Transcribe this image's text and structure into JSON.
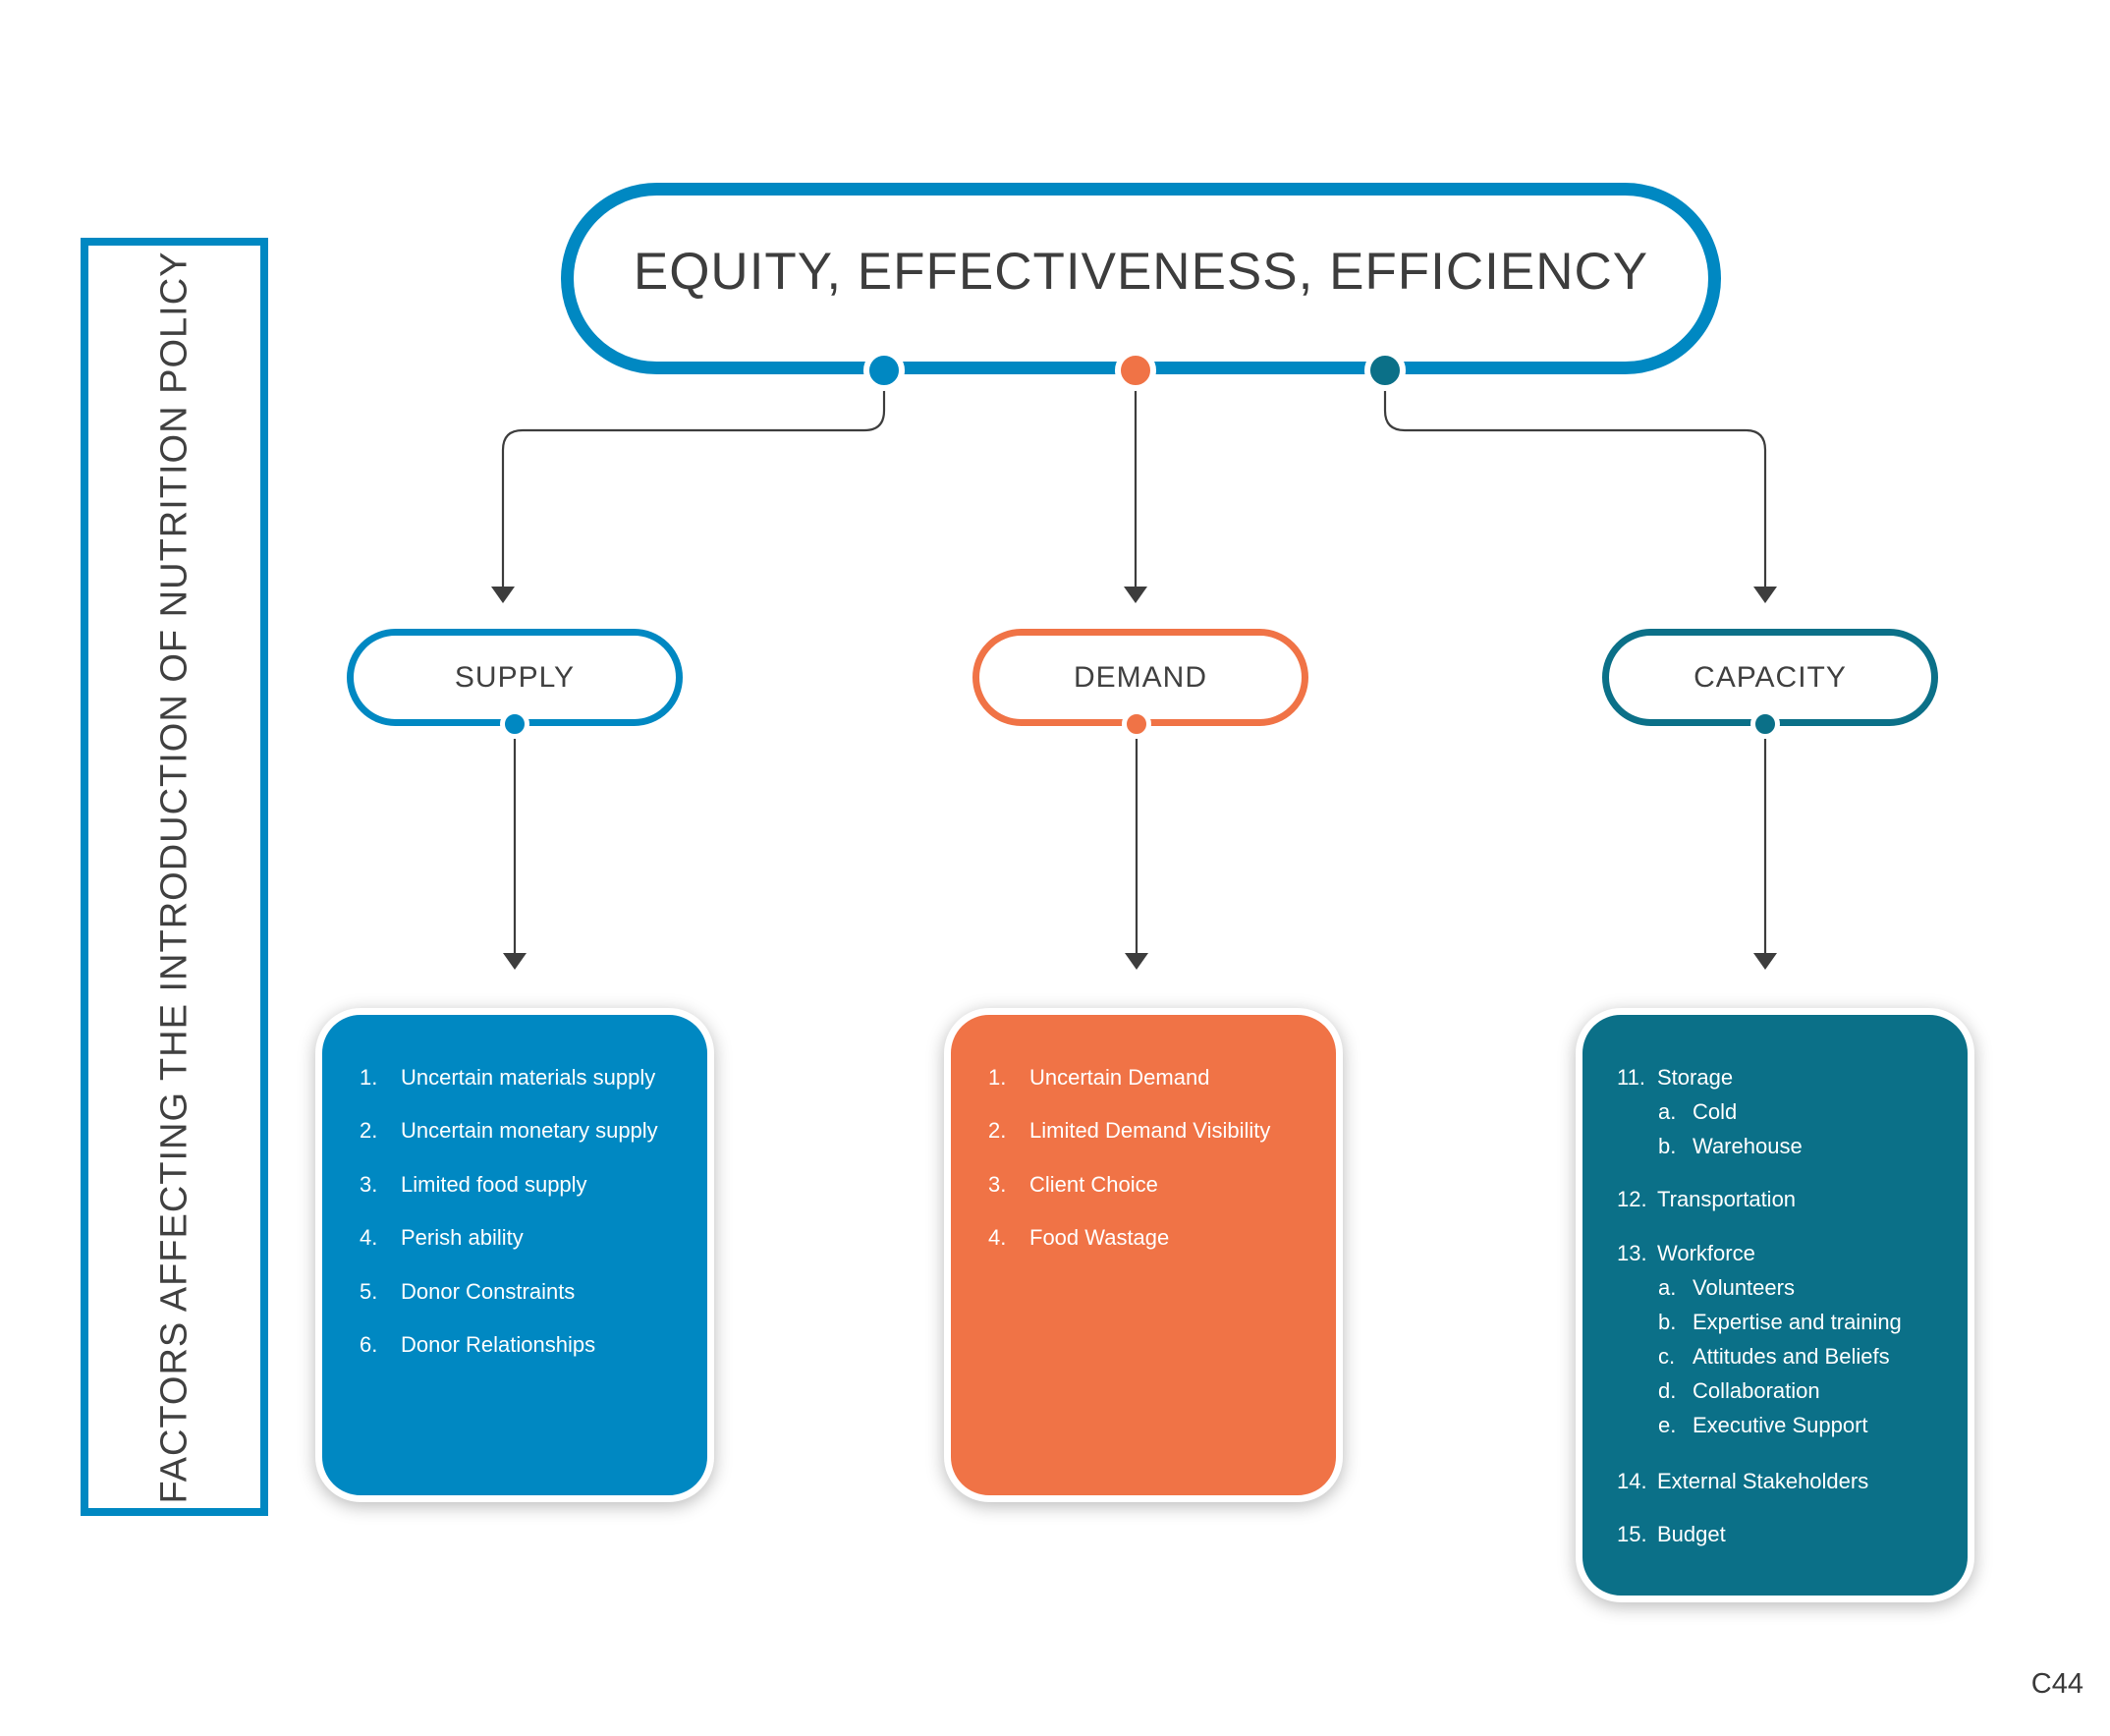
{
  "side_label": "FACTORS AFFECTING THE INTRODUCTION OF NUTRITION POLICY",
  "top_title": "EQUITY, EFFECTIVENESS, EFFICIENCY",
  "colors": {
    "supply": "#0088c2",
    "demand": "#f07346",
    "capacity": "#0b7088",
    "connector": "#3d3d3d"
  },
  "categories": {
    "supply": {
      "label": "SUPPLY",
      "items": [
        {
          "num": "1.",
          "text": "Uncertain materials supply"
        },
        {
          "num": "2.",
          "text": "Uncertain monetary supply"
        },
        {
          "num": "3.",
          "text": "Limited food supply"
        },
        {
          "num": "4.",
          "text": "Perish ability"
        },
        {
          "num": "5.",
          "text": "Donor Constraints"
        },
        {
          "num": "6.",
          "text": "Donor Relationships"
        }
      ]
    },
    "demand": {
      "label": "DEMAND",
      "items": [
        {
          "num": "1.",
          "text": "Uncertain Demand"
        },
        {
          "num": "2.",
          "text": "Limited Demand Visibility"
        },
        {
          "num": "3.",
          "text": "Client Choice"
        },
        {
          "num": "4.",
          "text": "Food Wastage"
        }
      ]
    },
    "capacity": {
      "label": "CAPACITY",
      "items": [
        {
          "num": "11.",
          "text": "Storage",
          "subs": [
            {
              "num": "a.",
              "text": "Cold"
            },
            {
              "num": "b.",
              "text": "Warehouse"
            }
          ]
        },
        {
          "num": "12.",
          "text": "Transportation"
        },
        {
          "num": "13.",
          "text": "Workforce",
          "subs": [
            {
              "num": "a.",
              "text": "Volunteers"
            },
            {
              "num": "b.",
              "text": "Expertise and training"
            },
            {
              "num": "c.",
              "text": "Attitudes and Beliefs"
            },
            {
              "num": "d.",
              "text": "Collaboration"
            },
            {
              "num": "e.",
              "text": "Executive Support"
            }
          ]
        },
        {
          "num": "14.",
          "text": "External Stakeholders"
        },
        {
          "num": "15.",
          "text": "Budget"
        }
      ]
    }
  },
  "corner_code": "C44"
}
